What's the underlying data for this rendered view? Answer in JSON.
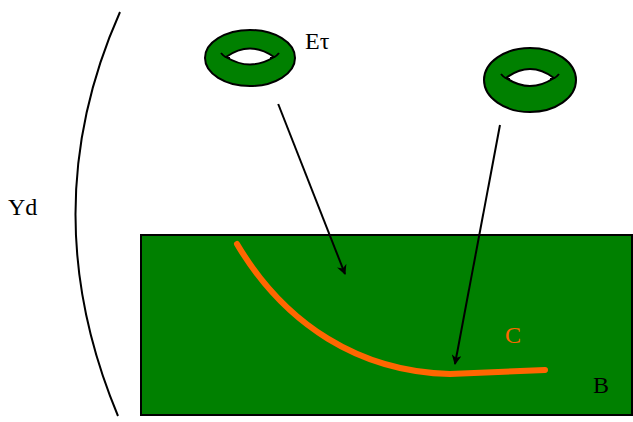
{
  "diagram": {
    "nodes": [
      {
        "text": [
          "Eτ"
        ]
      },
      {
        "text": [
          "B"
        ]
      }
    ],
    "edges": [
      {
        "from": 0,
        "to": 1,
        "arrow": "to"
      }
    ],
    "labels": [
      "Yd",
      "C"
    ]
  }
}
